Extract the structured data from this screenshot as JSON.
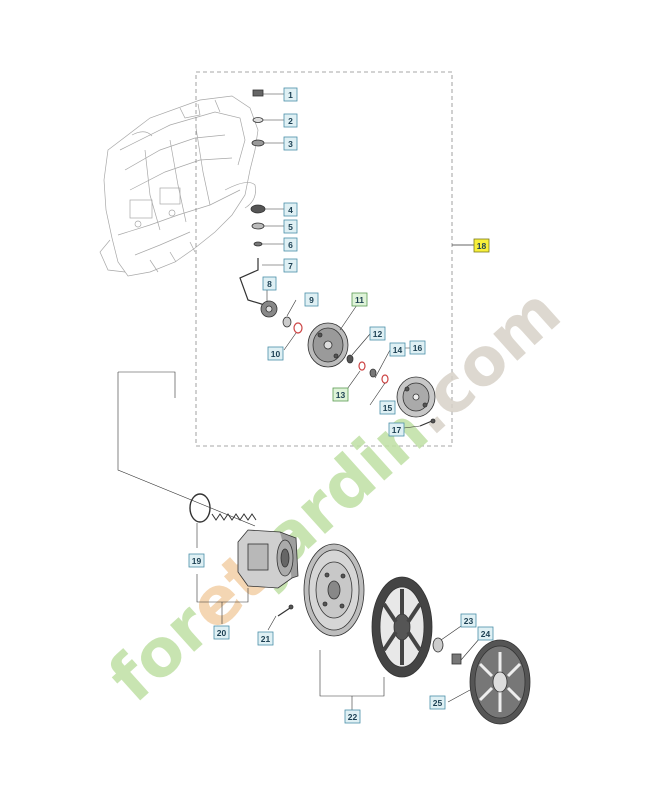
{
  "watermark": {
    "text_prefix": "for",
    "text_highlight": "et",
    "text_mid": "jardin",
    "text_suffix": ".com",
    "color_main": "#bfe0a4",
    "color_highlight": "#f3cfa6",
    "color_suffix": "#d8d2c8"
  },
  "callouts": [
    {
      "id": "c1",
      "label": "1"
    },
    {
      "id": "c2",
      "label": "2"
    },
    {
      "id": "c3",
      "label": "3"
    },
    {
      "id": "c4",
      "label": "4"
    },
    {
      "id": "c5",
      "label": "5"
    },
    {
      "id": "c6",
      "label": "6"
    },
    {
      "id": "c7",
      "label": "7"
    },
    {
      "id": "c8",
      "label": "8"
    },
    {
      "id": "c9",
      "label": "9"
    },
    {
      "id": "c10",
      "label": "10"
    },
    {
      "id": "c11",
      "label": "11"
    },
    {
      "id": "c12",
      "label": "12"
    },
    {
      "id": "c13",
      "label": "13"
    },
    {
      "id": "c14",
      "label": "14"
    },
    {
      "id": "c15",
      "label": "15"
    },
    {
      "id": "c16",
      "label": "16"
    },
    {
      "id": "c17",
      "label": "17"
    },
    {
      "id": "c18",
      "label": "18"
    },
    {
      "id": "c19",
      "label": "19"
    },
    {
      "id": "c20",
      "label": "20"
    },
    {
      "id": "c21",
      "label": "21"
    },
    {
      "id": "c22",
      "label": "22"
    },
    {
      "id": "c23",
      "label": "23"
    },
    {
      "id": "c24",
      "label": "24"
    },
    {
      "id": "c25",
      "label": "25"
    }
  ],
  "colors": {
    "callout_fill": "#dff0f4",
    "callout_stroke": "#4a8fa8",
    "callout_text": "#1b3f52",
    "callout_green_fill": "#dff3d9",
    "callout_green_stroke": "#5b9b52",
    "callout_highlight_fill": "#f7ef3a",
    "callout_highlight_stroke": "#7a7a20",
    "line": "#333333",
    "sketch": "#9a9a9a"
  }
}
